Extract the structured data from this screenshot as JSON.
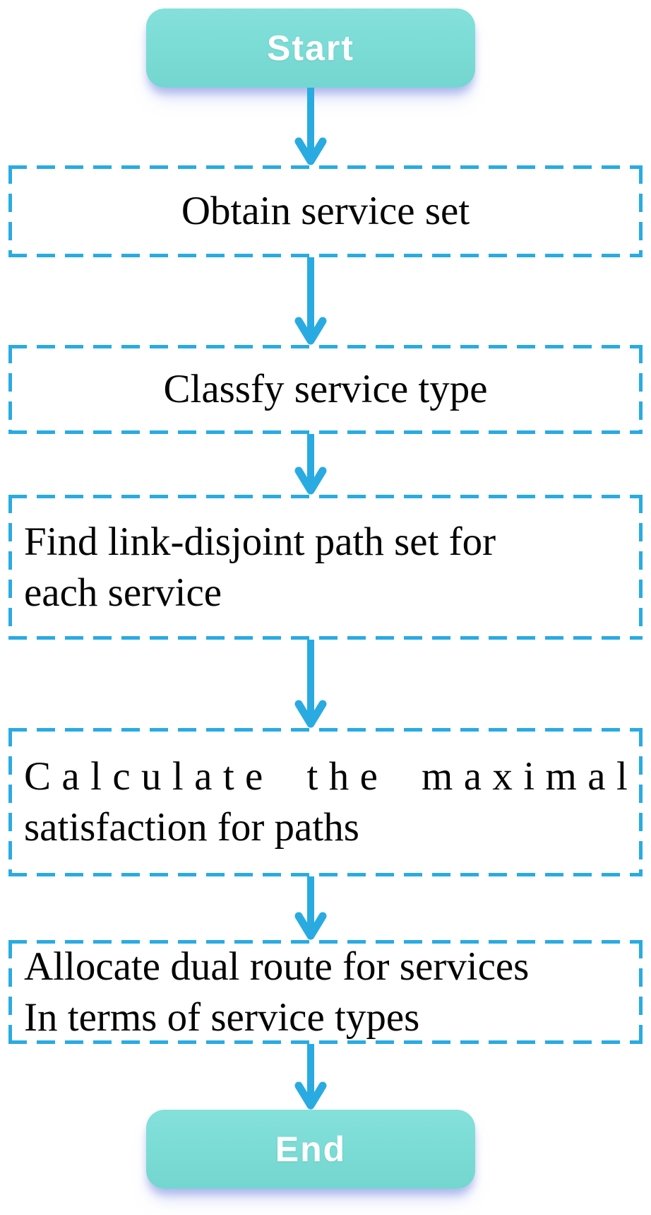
{
  "flowchart": {
    "description": "Vertical flowchart of a dual-route service allocation algorithm",
    "colors": {
      "terminal_fill": "#7cdcd6",
      "terminal_text": "#ffffff",
      "accent_blue": "#29abe2",
      "process_text": "#050505",
      "terminal_shadow": "#aab6e8"
    },
    "nodes": [
      {
        "id": "start",
        "type": "terminal",
        "label": "Start"
      },
      {
        "id": "obtain",
        "type": "process",
        "lines": [
          "Obtain service set"
        ]
      },
      {
        "id": "classify",
        "type": "process",
        "lines": [
          "Classfy service type"
        ]
      },
      {
        "id": "find",
        "type": "process",
        "lines": [
          "Find link-disjoint path set for",
          "each service"
        ]
      },
      {
        "id": "calculate",
        "type": "process",
        "lines": [
          "Calculate the maximal",
          "satisfaction for paths"
        ]
      },
      {
        "id": "allocate",
        "type": "process",
        "lines": [
          "Allocate dual route for services",
          "In terms of service types"
        ]
      },
      {
        "id": "end",
        "type": "terminal",
        "label": "End"
      }
    ],
    "edges": [
      {
        "from": "start",
        "to": "obtain",
        "direction": "down"
      },
      {
        "from": "obtain",
        "to": "classify",
        "direction": "down"
      },
      {
        "from": "classify",
        "to": "find",
        "direction": "down"
      },
      {
        "from": "find",
        "to": "calculate",
        "direction": "down"
      },
      {
        "from": "calculate",
        "to": "allocate",
        "direction": "down"
      },
      {
        "from": "allocate",
        "to": "end",
        "direction": "down"
      }
    ]
  }
}
